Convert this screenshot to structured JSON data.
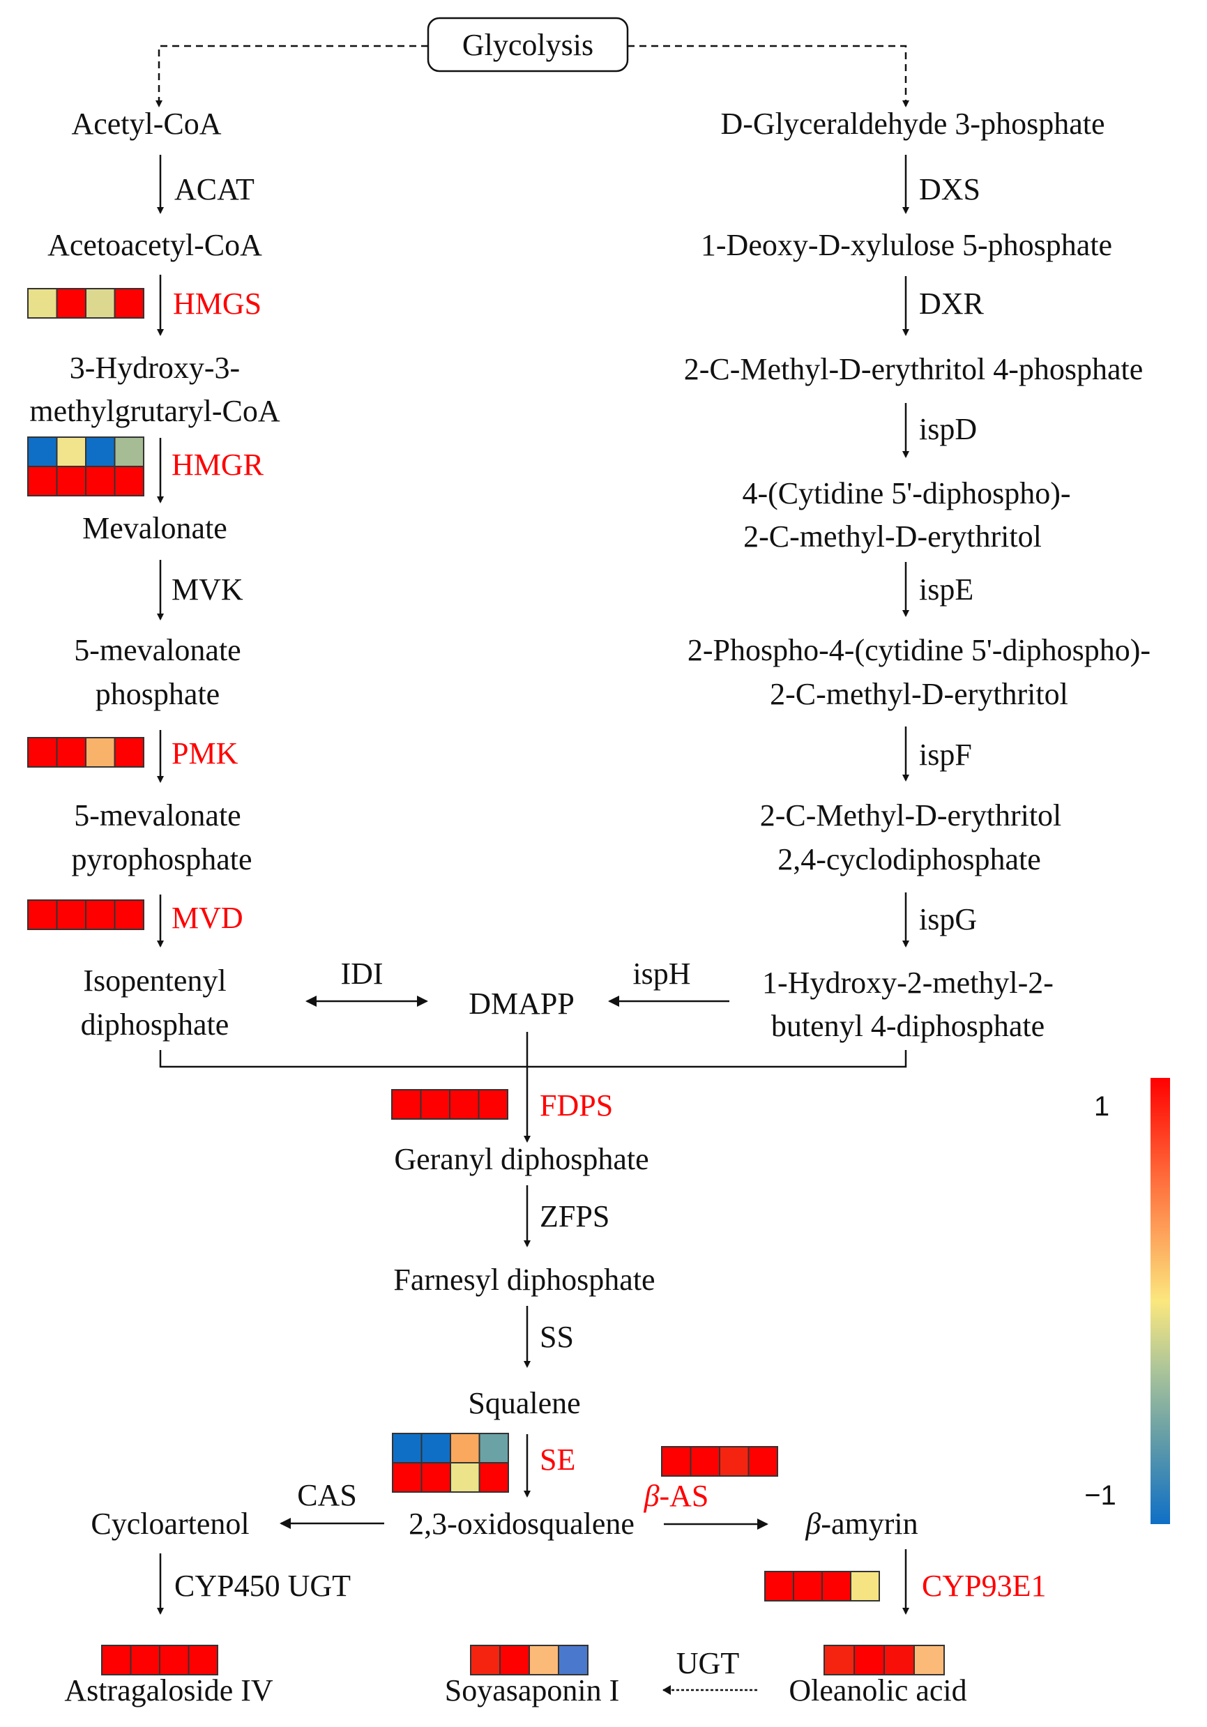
{
  "title_box": "Glycolysis",
  "mva_pathway": {
    "metabolites": [
      "Acetyl-CoA",
      "Acetoacetyl-CoA",
      [
        "3-Hydroxy-3-",
        "methylgrutaryl-CoA"
      ],
      "Mevalonate",
      [
        "5-mevalonate",
        "phosphate"
      ],
      [
        "5-mevalonate",
        "pyrophosphate"
      ],
      [
        "Isopentenyl",
        "diphosphate"
      ]
    ],
    "enzymes": [
      "ACAT",
      "HMGS",
      "HMGR",
      "MVK",
      "PMK",
      "MVD"
    ]
  },
  "mep_pathway": {
    "metabolites": [
      "D-Glyceraldehyde 3-phosphate",
      "1-Deoxy-D-xylulose 5-phosphate",
      "2-C-Methyl-D-erythritol 4-phosphate",
      [
        "4-(Cytidine 5'-diphospho)-",
        "2-C-methyl-D-erythritol"
      ],
      [
        "2-Phospho-4-(cytidine 5'-diphospho)-",
        "2-C-methyl-D-erythritol"
      ],
      [
        "2-C-Methyl-D-erythritol",
        "2,4-cyclodiphosphate"
      ],
      [
        "1-Hydroxy-2-methyl-2-",
        "butenyl 4-diphosphate"
      ]
    ],
    "enzymes": [
      "DXS",
      "DXR",
      "ispD",
      "ispE",
      "ispF",
      "ispG",
      "ispH"
    ]
  },
  "central": {
    "idi": "IDI",
    "dmapp": "DMAPP",
    "fdps": "FDPS",
    "geranyl": "Geranyl diphosphate",
    "zfps": "ZFPS",
    "farnesyl": "Farnesyl diphosphate",
    "ss": "SS",
    "squalene": "Squalene",
    "se": "SE",
    "oxidosqualene": "2,3-oxidosqualene"
  },
  "branches": {
    "cas": "CAS",
    "cycloartenol": "Cycloartenol",
    "cyp450_ugt": "CYP450 UGT",
    "astragaloside": "Astragaloside IV",
    "beta_as_prefix": "β",
    "beta_as_suffix": "-AS",
    "beta_amyrin_prefix": "β",
    "beta_amyrin_suffix": "-amyrin",
    "cyp93e1": "CYP93E1",
    "oleanolic": "Oleanolic acid",
    "ugt": "UGT",
    "soyasaponin": "Soyasaponin I"
  },
  "colorbar": {
    "max_label": "1",
    "min_label": "−1",
    "stops": [
      "#ff0000",
      "#ff6a3a",
      "#fdb062",
      "#fbe77e",
      "#a9c39a",
      "#5f9aa8",
      "#0f6fc6"
    ]
  },
  "colors": {
    "highlight_enzyme": "#ff0000",
    "red": "#ff0000",
    "red2": "#f52410",
    "khaki": "#e8e08a",
    "paleyellow": "#f6e382",
    "orange": "#f9b26a",
    "peach": "#fbba78",
    "blue": "#0f6fc6",
    "steelblue": "#4a78cc",
    "sage": "#a5bc94",
    "teal": "#6aa2a6"
  },
  "chart_data": {
    "type": "heatmap",
    "title": "Triterpenoid saponin biosynthesis pathway with gene expression heatmaps",
    "scale": {
      "min": -1,
      "max": 1,
      "colormap": "blue-yellow-red"
    },
    "rows": [
      {
        "label": "HMGS",
        "row": 1,
        "values": [
          0.1,
          1.0,
          0.1,
          1.0
        ]
      },
      {
        "label": "HMGR",
        "row": 1,
        "values": [
          -1.0,
          0.2,
          -1.0,
          -0.3
        ]
      },
      {
        "label": "HMGR",
        "row": 2,
        "values": [
          1.0,
          1.0,
          1.0,
          1.0
        ]
      },
      {
        "label": "PMK",
        "row": 1,
        "values": [
          1.0,
          1.0,
          0.5,
          1.0
        ]
      },
      {
        "label": "MVD",
        "row": 1,
        "values": [
          1.0,
          1.0,
          1.0,
          1.0
        ]
      },
      {
        "label": "FDPS",
        "row": 1,
        "values": [
          1.0,
          1.0,
          1.0,
          1.0
        ]
      },
      {
        "label": "SE",
        "row": 1,
        "values": [
          -1.0,
          -1.0,
          0.5,
          -0.6
        ]
      },
      {
        "label": "SE",
        "row": 2,
        "values": [
          1.0,
          1.0,
          0.15,
          1.0
        ]
      },
      {
        "label": "β-AS",
        "row": 1,
        "values": [
          1.0,
          1.0,
          0.95,
          1.0
        ]
      },
      {
        "label": "CYP93E1",
        "row": 1,
        "values": [
          1.0,
          1.0,
          1.0,
          0.2
        ]
      },
      {
        "label": "Astragaloside IV",
        "row": 1,
        "values": [
          1.0,
          1.0,
          1.0,
          1.0
        ]
      },
      {
        "label": "Soyasaponin I",
        "row": 1,
        "values": [
          0.95,
          1.0,
          0.45,
          -0.9
        ]
      },
      {
        "label": "Oleanolic acid",
        "row": 1,
        "values": [
          0.95,
          1.0,
          1.0,
          0.45
        ]
      }
    ]
  },
  "heatmaps": {
    "hmgs": [
      [
        "#e8e08a",
        "#ff0000",
        "#dcd890",
        "#ff0000"
      ]
    ],
    "hmgr": [
      [
        "#0f6fc6",
        "#f2e48c",
        "#0f6fc6",
        "#a5bc94"
      ],
      [
        "#ff0000",
        "#ff0000",
        "#ff0000",
        "#ff0000"
      ]
    ],
    "pmk": [
      [
        "#ff0000",
        "#ff0000",
        "#f9b26a",
        "#ff0000"
      ]
    ],
    "mvd": [
      [
        "#ff0000",
        "#ff0000",
        "#ff0000",
        "#ff0000"
      ]
    ],
    "fdps": [
      [
        "#ff0000",
        "#ff0000",
        "#ff0000",
        "#ff0000"
      ]
    ],
    "se": [
      [
        "#0f6fc6",
        "#0f6fc6",
        "#f9a85e",
        "#6aa2a6"
      ],
      [
        "#ff0000",
        "#ff0000",
        "#ece38a",
        "#ff0000"
      ]
    ],
    "beta_as": [
      [
        "#ff0000",
        "#ff0000",
        "#f52410",
        "#ff0000"
      ]
    ],
    "cyp93e1": [
      [
        "#ff0000",
        "#ff0000",
        "#ff0000",
        "#f6e382"
      ]
    ],
    "astragaloside": [
      [
        "#ff0000",
        "#ff0000",
        "#ff0000",
        "#ff0000"
      ]
    ],
    "soyasaponin": [
      [
        "#f52410",
        "#ff0000",
        "#fbba78",
        "#4a78cc"
      ]
    ],
    "oleanolic": [
      [
        "#f52410",
        "#ff0000",
        "#f81008",
        "#fbba78"
      ]
    ]
  }
}
